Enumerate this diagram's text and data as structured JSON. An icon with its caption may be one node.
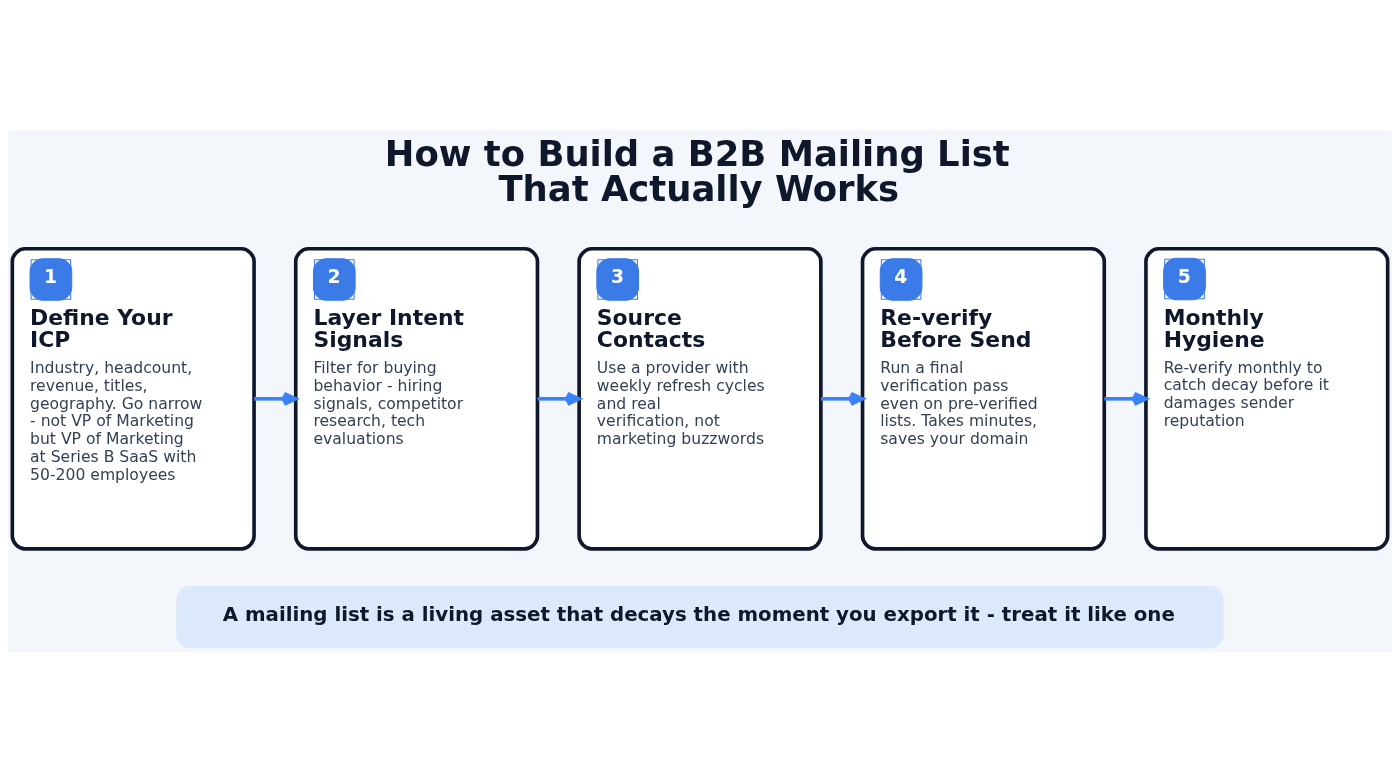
{
  "diagram": {
    "title": "How to Build a B2B Mailing List That Actually Works",
    "nodes": [
      {
        "text": [
          "1",
          "Define Your ICP",
          "Industry, headcount, revenue, titles, geography. Go narrow - not VP of Marketing but VP of Marketing at Series B SaaS with 50-200 employees"
        ]
      },
      {
        "text": [
          "2",
          "Layer Intent Signals",
          "Filter for buying behavior - hiring signals, competitor research, tech evaluations"
        ]
      },
      {
        "text": [
          "3",
          "Source Contacts",
          "Use a provider with weekly refresh cycles and real verification, not marketing buzzwords"
        ]
      },
      {
        "text": [
          "4",
          "Re-verify Before Send",
          "Run a final verification pass even on pre-verified lists. Takes minutes, saves your domain"
        ]
      },
      {
        "text": [
          "5",
          "Monthly Hygiene",
          "Re-verify monthly to catch decay before it damages sender reputation"
        ]
      },
      {
        "text": [
          "A mailing list is a living asset that decays the moment you export it - treat it like one"
        ]
      }
    ],
    "edges": [
      {
        "from": 0,
        "to": 1,
        "arrow": "to"
      },
      {
        "from": 1,
        "to": 2,
        "arrow": "to"
      },
      {
        "from": 2,
        "to": 3,
        "arrow": "to"
      },
      {
        "from": 3,
        "to": 4,
        "arrow": "to"
      }
    ]
  }
}
